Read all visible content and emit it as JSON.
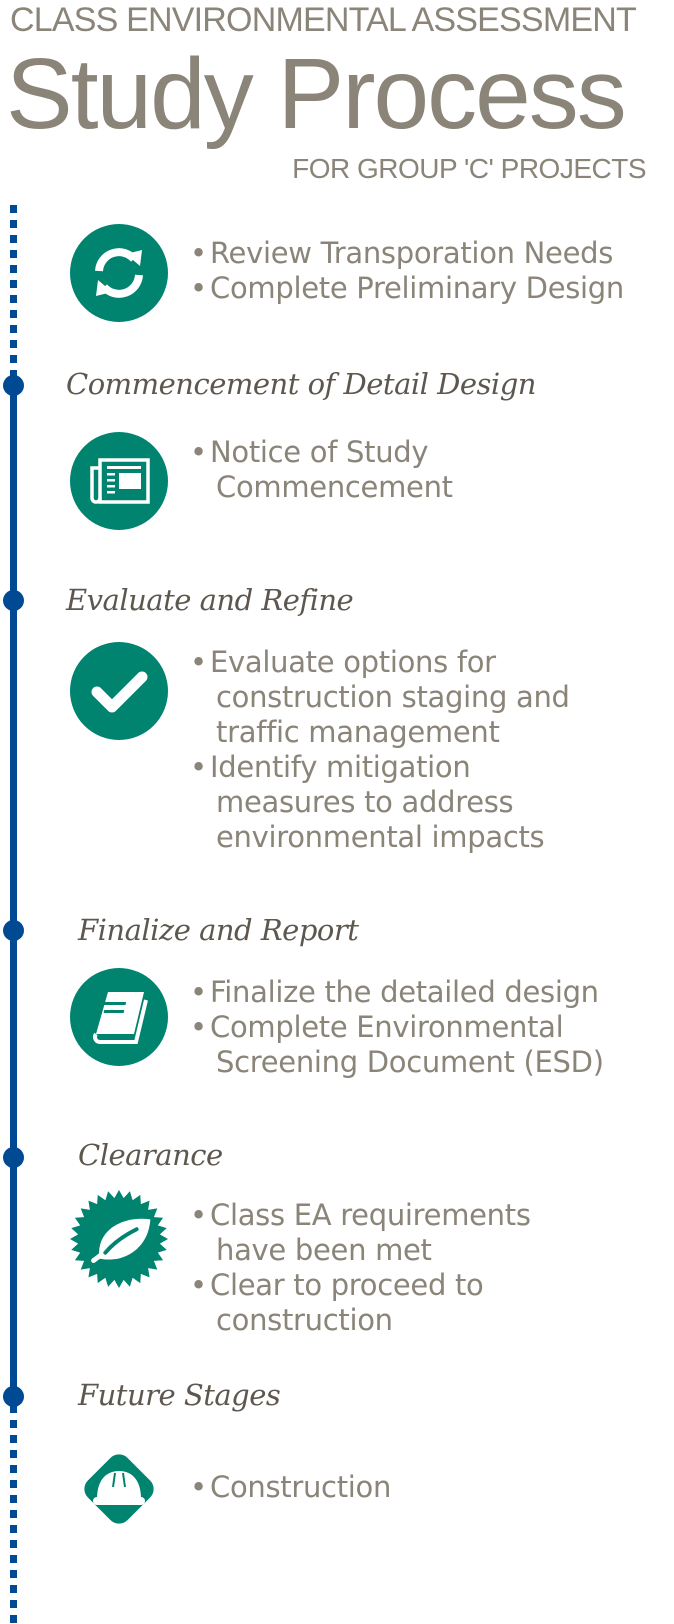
{
  "header": {
    "kicker": "CLASS ENVIRONMENTAL ASSESSMENT",
    "title": "Study Process",
    "subtitle": "FOR GROUP 'C' PROJECTS"
  },
  "colors": {
    "teal": "#00836f",
    "timeline": "#004a93",
    "text": "#8a8479",
    "heading": "#5d574f"
  },
  "stages": [
    {
      "heading": null,
      "icon": "refresh-icon",
      "bullets": [
        [
          "Review Transporation Needs"
        ],
        [
          "Complete Preliminary Design"
        ]
      ]
    },
    {
      "heading": "Commencement of Detail Design",
      "icon": "newspaper-icon",
      "bullets": [
        [
          "Notice of Study",
          "Commencement"
        ]
      ]
    },
    {
      "heading": "Evaluate and Refine",
      "icon": "checkmark-icon",
      "bullets": [
        [
          "Evaluate options for",
          "construction staging and",
          "traffic management"
        ],
        [
          "Identify mitigation",
          "measures to address",
          "environmental impacts"
        ]
      ]
    },
    {
      "heading": "Finalize and Report",
      "icon": "book-icon",
      "bullets": [
        [
          "Finalize the detailed design"
        ],
        [
          "Complete Environmental",
          "Screening Document (ESD)"
        ]
      ]
    },
    {
      "heading": "Clearance",
      "icon": "leaf-badge-icon",
      "bullets": [
        [
          "Class EA requirements",
          "have been met"
        ],
        [
          "Clear to proceed to",
          "construction"
        ]
      ]
    },
    {
      "heading": "Future Stages",
      "icon": "hard-hat-icon",
      "bullets": [
        [
          "Construction"
        ]
      ]
    }
  ],
  "bullet_char": "•"
}
